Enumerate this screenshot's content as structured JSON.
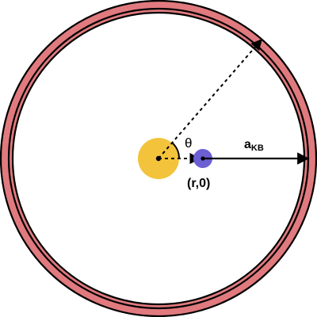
{
  "diagram": {
    "labels": {
      "theta": "θ",
      "point": "(r,0)",
      "radius_main": "a",
      "radius_sub": "KB"
    },
    "colors": {
      "ring": "#E07A7E",
      "ring_outline": "#000000",
      "star": "#F3C33C",
      "planet": "#6B5FD3",
      "line": "#000000",
      "background": "#FFFFFF"
    }
  }
}
